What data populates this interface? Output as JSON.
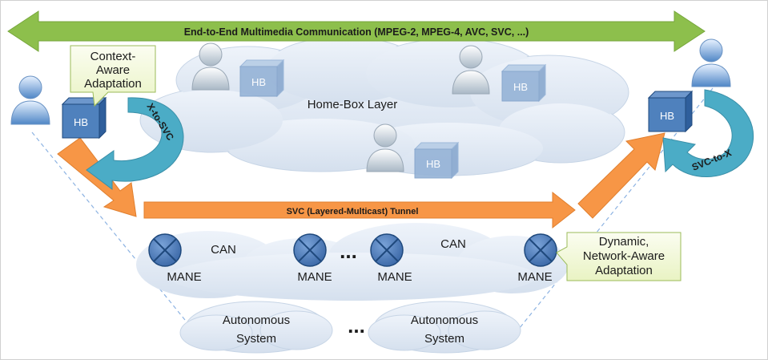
{
  "top_arrow": {
    "label": "End-to-End Multimedia Communication (MPEG-2, MPEG-4, AVC, SVC, ...)"
  },
  "home_box_layer": {
    "label": "Home-Box Layer",
    "hb_label": "HB"
  },
  "context_aware_callout": {
    "lines": [
      "Context-",
      "Aware",
      "Adaptation"
    ]
  },
  "x_to_svc": {
    "label": "X-to-SVC"
  },
  "svc_to_x": {
    "label": "SVC-to-X"
  },
  "tunnel": {
    "label": "SVC (Layered-Multicast) Tunnel"
  },
  "can_layer": {
    "can_labels": [
      "CAN",
      "CAN"
    ],
    "mane_labels": [
      "MANE",
      "MANE",
      "MANE",
      "MANE"
    ],
    "ellipsis": "..."
  },
  "network_aware_callout": {
    "lines": [
      "Dynamic,",
      "Network-Aware",
      "Adaptation"
    ]
  },
  "autonomous_systems": {
    "labels": [
      [
        "Autonomous",
        "System"
      ],
      [
        "Autonomous",
        "System"
      ]
    ],
    "ellipsis": "..."
  },
  "colors": {
    "green_arrow": "#8DBF4C",
    "orange_arrow": "#F79646",
    "cloud": "#DCE6F2",
    "hb_dark": "#4F81BD",
    "hb_light": "#95B3D7",
    "mane": "#4F81BD",
    "callout": "#F4F9DC",
    "curl": "#4BACC6"
  }
}
